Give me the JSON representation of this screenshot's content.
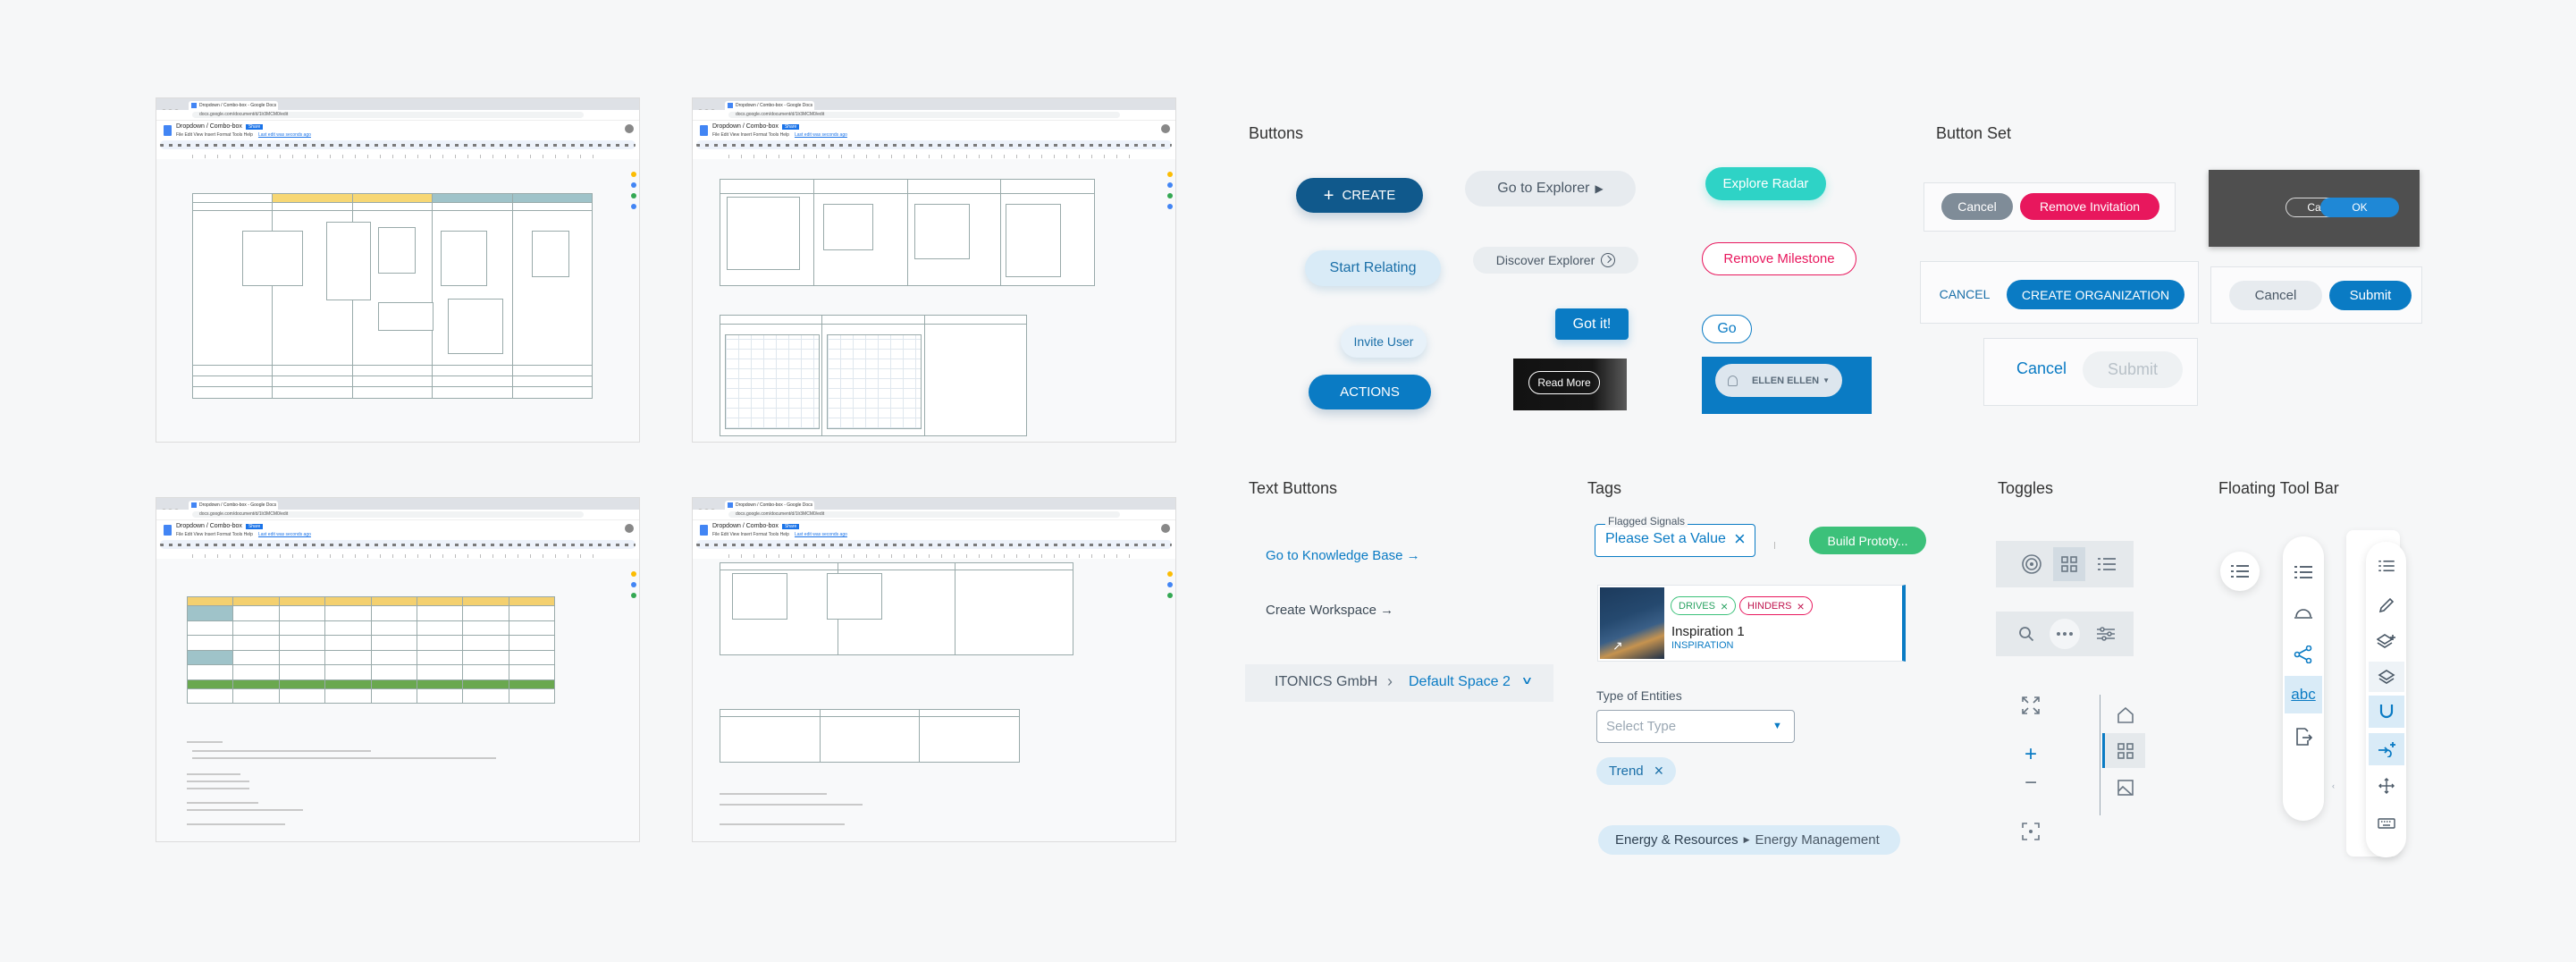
{
  "docs": {
    "tab_title": "Dropdown / Combo-box - Google Docs",
    "url": "docs.google.com/document/d/1lr3MCM0/edit",
    "doc_title": "Dropdown / Combo-box",
    "badge": "Share",
    "menu": "File  Edit  View  Insert  Format  Tools  Help",
    "menu_link": "Last edit was seconds ago"
  },
  "headings": {
    "buttons": "Buttons",
    "button_set": "Button Set",
    "text_buttons": "Text Buttons",
    "tags": "Tags",
    "toggles": "Toggles",
    "floating": "Floating Tool Bar"
  },
  "buttons": {
    "create": "CREATE",
    "go_explorer": "Go to Explorer",
    "explore_radar": "Explore Radar",
    "start_relating": "Start Relating",
    "discover_explorer": "Discover Explorer",
    "remove_milestone": "Remove Milestone",
    "got_it": "Got it!",
    "go": "Go",
    "invite_user": "Invite User",
    "actions": "ACTIONS",
    "read_more": "Read More",
    "ellen": "ELLEN ELLEN"
  },
  "button_set": {
    "cancel_1": "Cancel",
    "remove_invitation": "Remove Invitation",
    "cancel_dark": "Cancel",
    "ok": "OK",
    "cancel_caps": "CANCEL",
    "create_org": "CREATE ORGANIZATION",
    "cancel_2": "Cancel",
    "submit_1": "Submit",
    "cancel_3": "Cancel",
    "submit_disabled": "Submit"
  },
  "text_buttons": {
    "knowledge_base": "Go to Knowledge Base →",
    "create_workspace": "Create Workspace →",
    "crumb_org": "ITONICS GmbH",
    "crumb_space": "Default Space 2"
  },
  "tags": {
    "flagged_label": "Flagged Signals",
    "flagged_value": "Please Set a Value",
    "build_prototype": "Build Prototy...",
    "drives": "DRIVES",
    "hinders": "HINDERS",
    "card_title": "Inspiration 1",
    "card_sub": "INSPIRATION",
    "entities_label": "Type of Entities",
    "select_placeholder": "Select Type",
    "trend": "Trend",
    "crumb_a": "Energy & Resources",
    "crumb_b": "Energy Management"
  },
  "colors": {
    "primary": "#0a7bc4",
    "dark_primary": "#10598c",
    "teal": "#2ed3c6",
    "pink": "#e8175d",
    "green": "#3cc17a",
    "light_blue": "#d9ebf7"
  }
}
